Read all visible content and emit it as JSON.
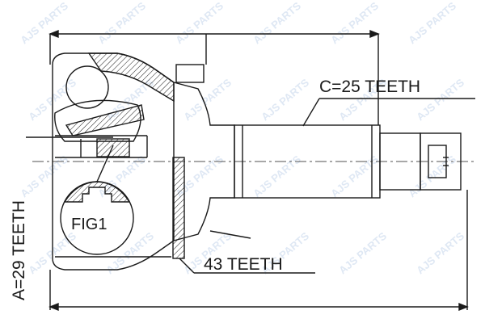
{
  "labels": {
    "spline_outer": "C=25 TEETH",
    "spline_inner": "A=29 TEETH",
    "abs_ring": "43 TEETH",
    "figure": "FIG1"
  },
  "watermark": {
    "text": "AJS PARTS"
  },
  "colors": {
    "line": "#1a1a1a",
    "watermark": "#dfe8f4",
    "background": "#ffffff"
  }
}
